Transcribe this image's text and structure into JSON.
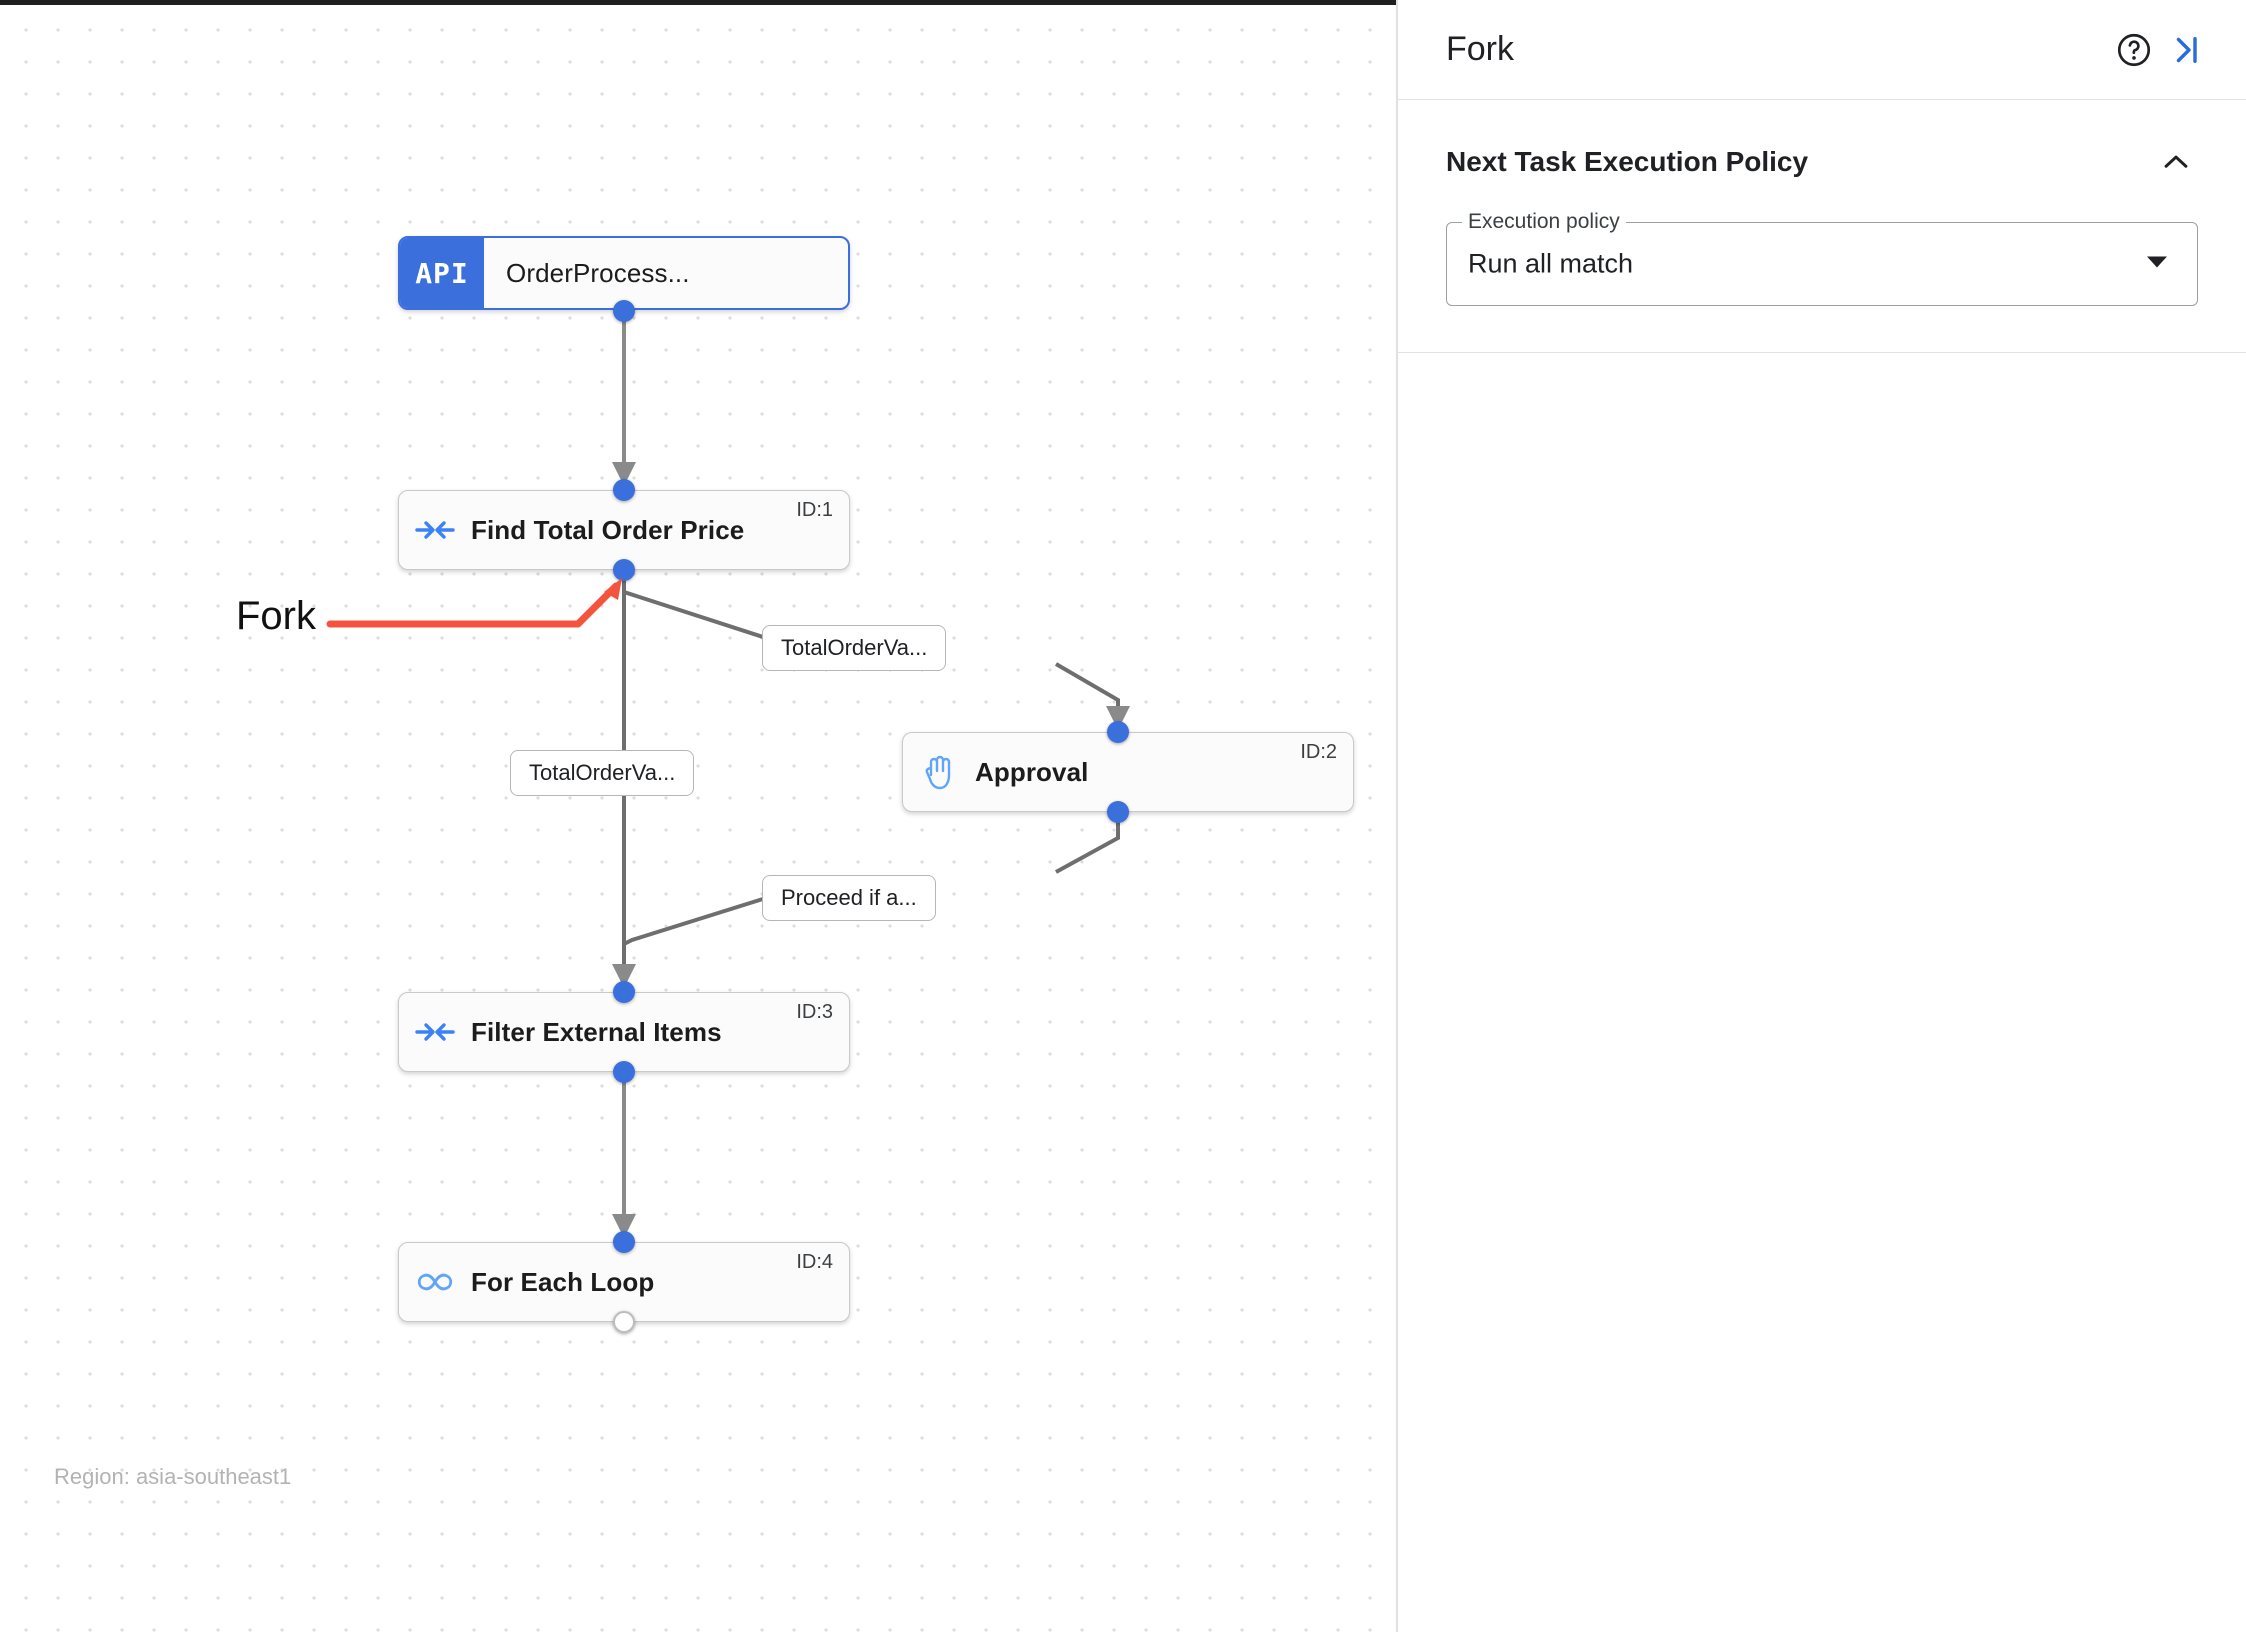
{
  "canvas": {
    "region_label": "Region: asia-southeast1",
    "annotation": {
      "label": "Fork",
      "color": "#f4533e"
    },
    "nodes": [
      {
        "key": "start",
        "badge": "API",
        "title": "OrderProcess...",
        "id_label": "",
        "icon": "api-icon",
        "selected": true
      },
      {
        "key": "task1",
        "title": "Find Total Order Price",
        "id_label": "ID:1",
        "icon": "merge-arrows-icon",
        "selected": false
      },
      {
        "key": "task2",
        "title": "Approval",
        "id_label": "ID:2",
        "icon": "raised-hand-icon",
        "selected": false
      },
      {
        "key": "task3",
        "title": "Filter External Items",
        "id_label": "ID:3",
        "icon": "merge-arrows-icon",
        "selected": false
      },
      {
        "key": "task4",
        "title": "For Each Loop",
        "id_label": "ID:4",
        "icon": "infinity-icon",
        "selected": false
      }
    ],
    "edge_labels": [
      {
        "key": "edge_to_approval",
        "text": "TotalOrderVa..."
      },
      {
        "key": "edge_to_filter",
        "text": "TotalOrderVa..."
      },
      {
        "key": "edge_approval_out",
        "text": "Proceed if a..."
      }
    ]
  },
  "panel": {
    "title": "Fork",
    "help_icon": "help-circle-icon",
    "collapse_icon": "collapse-panel-icon",
    "section": {
      "title": "Next Task Execution Policy",
      "collapse_icon": "chevron-up-icon",
      "field": {
        "label": "Execution policy",
        "value": "Run all match",
        "dropdown_icon": "caret-down-icon"
      }
    }
  },
  "colors": {
    "accent": "#3b6fdb",
    "annotation": "#f4533e",
    "edge": "#6e6e6e",
    "grid_dot": "#dcdcdc"
  }
}
